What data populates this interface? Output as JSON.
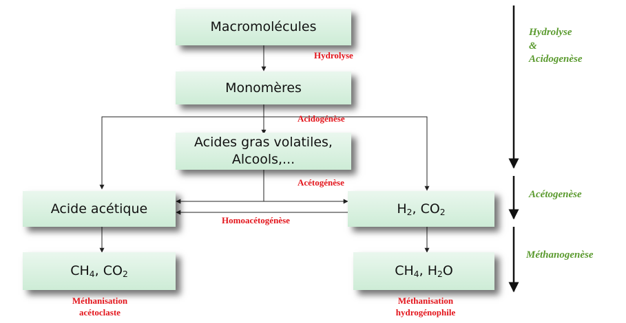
{
  "boxes": {
    "macromolecules": "Macromolécules",
    "monomeres": "Monomères",
    "acides_line1": "Acides gras volatiles,",
    "acides_line2": "Alcools,...",
    "acide_acetique": "Acide acétique",
    "h2co2": {
      "a": "H",
      "a_sub": "2",
      "sep": ", CO",
      "b_sub": "2"
    },
    "ch4co2": {
      "a": "CH",
      "a_sub": "4",
      "sep": ", CO",
      "b_sub": "2"
    },
    "ch4h2o": {
      "a": "CH",
      "a_sub": "4",
      "sep": ", H",
      "b_sub": "2",
      "end": "O"
    }
  },
  "labels": {
    "hydrolyse": "Hydrolyse",
    "acidogenese": "Acidogénèse",
    "acetogenese": "Acétogénèse",
    "homoacetogenese": "Homoacétogénèse",
    "methanisation_acetoclaste_1": "Méthanisation",
    "methanisation_acetoclaste_2": "acétoclaste",
    "methanisation_hydrogeno_1": "Méthanisation",
    "methanisation_hydrogeno_2": "hydrogénophile"
  },
  "phases": {
    "hydrolyse": "Hydrolyse",
    "amp": "&",
    "acidogenese": "Acidogenèse",
    "acetogenese": "Acétogenèse",
    "methanogenese": "Méthanogenèse"
  },
  "colors": {
    "box_fill": "#cdecd6",
    "label_red": "#e3141b",
    "phase_green": "#5a9a2e"
  }
}
